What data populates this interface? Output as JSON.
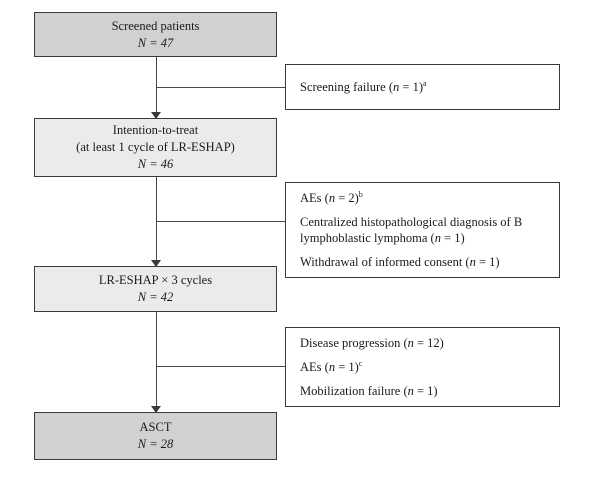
{
  "diagram": {
    "type": "patient-flow-diagram",
    "colors": {
      "box_fill_dark": "#d1d1d1",
      "box_fill_light": "#ebebeb",
      "box_fill_side": "#ffffff",
      "border": "#3a3a3a",
      "connector": "#4a4a4a",
      "text": "#1a1a1a",
      "background": "#ffffff"
    },
    "main_boxes": [
      {
        "id": "screened-patients",
        "lines": [
          "Screened patients"
        ],
        "count_label": "N",
        "count_value": "47",
        "count_text": "N = 47",
        "shade": "dark"
      },
      {
        "id": "intention-to-treat",
        "lines": [
          "Intention-to-treat",
          "(at least 1 cycle of LR-ESHAP)"
        ],
        "count_label": "N",
        "count_value": "46",
        "count_text": "N = 46",
        "shade": "light"
      },
      {
        "id": "lr-eshap-3-cycles",
        "lines": [
          "LR-ESHAP × 3 cycles"
        ],
        "count_label": "N",
        "count_value": "42",
        "count_text": "N = 42",
        "shade": "light"
      },
      {
        "id": "asct",
        "lines": [
          "ASCT"
        ],
        "count_label": "N",
        "count_value": "28",
        "count_text": "N = 28",
        "shade": "dark"
      }
    ],
    "side_boxes": [
      {
        "id": "screening-failure",
        "entries": [
          {
            "prefix": "Screening failure (",
            "n_italic": "n",
            "suffix": " = 1)",
            "footnote": "a"
          }
        ]
      },
      {
        "id": "itt-exclusions",
        "entries": [
          {
            "prefix": "AEs (",
            "n_italic": "n",
            "suffix": " = 2)",
            "footnote": "b"
          },
          {
            "prefix": "Centralized histopathological diagnosis of B lymphoblastic lymphoma (",
            "n_italic": "n",
            "suffix": " = 1)",
            "footnote": ""
          },
          {
            "prefix": "Withdrawal of informed consent (",
            "n_italic": "n",
            "suffix": " = 1)",
            "footnote": ""
          }
        ]
      },
      {
        "id": "post-cycle-exclusions",
        "entries": [
          {
            "prefix": "Disease progression (",
            "n_italic": "n",
            "suffix": " = 12)",
            "footnote": ""
          },
          {
            "prefix": "AEs (",
            "n_italic": "n",
            "suffix": " = 1)",
            "footnote": "c"
          },
          {
            "prefix": "Mobilization failure (",
            "n_italic": "n",
            "suffix": " = 1)",
            "footnote": ""
          }
        ]
      }
    ]
  }
}
